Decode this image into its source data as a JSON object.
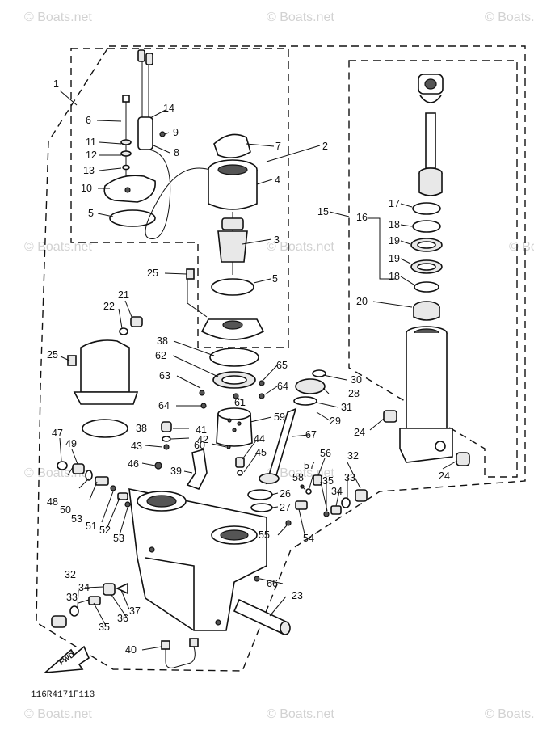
{
  "watermark": "© Boats.net",
  "diagram_code": "116R4171F113",
  "fwd_label": "FWD",
  "callouts": [
    "1",
    "2",
    "3",
    "4",
    "5",
    "5",
    "6",
    "7",
    "8",
    "9",
    "10",
    "11",
    "12",
    "13",
    "14",
    "15",
    "16",
    "17",
    "18",
    "18",
    "19",
    "19",
    "20",
    "21",
    "22",
    "23",
    "24",
    "24",
    "25",
    "25",
    "26",
    "27",
    "28",
    "29",
    "30",
    "31",
    "32",
    "32",
    "33",
    "33",
    "34",
    "34",
    "35",
    "35",
    "36",
    "37",
    "38",
    "38",
    "39",
    "40",
    "41",
    "42",
    "43",
    "44",
    "45",
    "46",
    "47",
    "48",
    "49",
    "50",
    "51",
    "52",
    "53",
    "53",
    "54",
    "55",
    "56",
    "57",
    "58",
    "59",
    "60",
    "61",
    "62",
    "63",
    "64",
    "64",
    "65",
    "66",
    "67"
  ]
}
